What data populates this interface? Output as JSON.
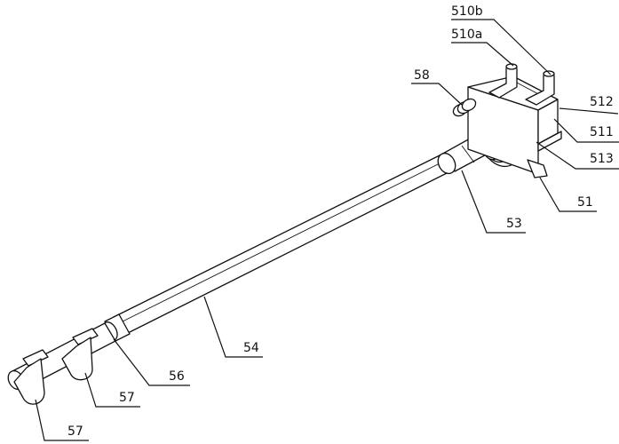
{
  "figure": {
    "labels": {
      "l510b": "510b",
      "l510a": "510a",
      "l58": "58",
      "l512": "512",
      "l511": "511",
      "l513": "513",
      "l51": "51",
      "l53": "53",
      "l54": "54",
      "l56": "56",
      "l57a": "57",
      "l57b": "57"
    }
  }
}
